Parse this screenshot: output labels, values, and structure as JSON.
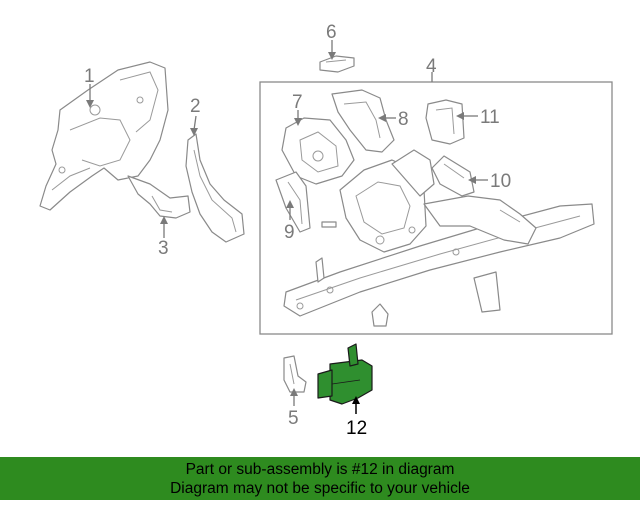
{
  "colors": {
    "highlight_part": "#2f8f2f",
    "banner_bg": "#2e8b1f",
    "line_gray": "#8a8a8a"
  },
  "callouts": {
    "c1": "1",
    "c2": "2",
    "c3": "3",
    "c4": "4",
    "c5": "5",
    "c6": "6",
    "c7": "7",
    "c8": "8",
    "c9": "9",
    "c10": "10",
    "c11": "11",
    "c12": "12"
  },
  "banner": {
    "line1": "Part or sub-assembly is #12 in diagram",
    "line2": "Diagram may not be specific to your vehicle"
  }
}
